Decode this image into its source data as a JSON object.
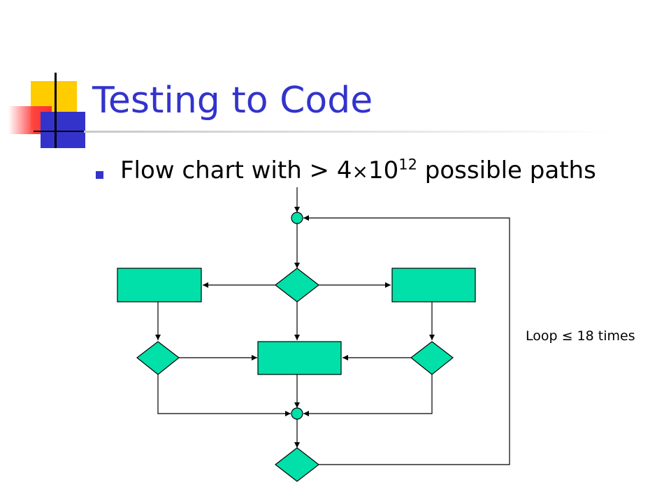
{
  "slide": {
    "title": "Testing to Code",
    "bullet": {
      "prefix": "Flow chart with > 4",
      "operator": "×",
      "base": "10",
      "exponent": "12",
      "suffix": " possible paths"
    }
  },
  "diagram": {
    "loop_label": "Loop ≤ 18 times"
  },
  "colors": {
    "title": "#3333cc",
    "node_fill": "#00e0a8",
    "accent_yellow": "#ffcc00",
    "accent_red": "#ff3030",
    "accent_blue": "#3333cc"
  }
}
